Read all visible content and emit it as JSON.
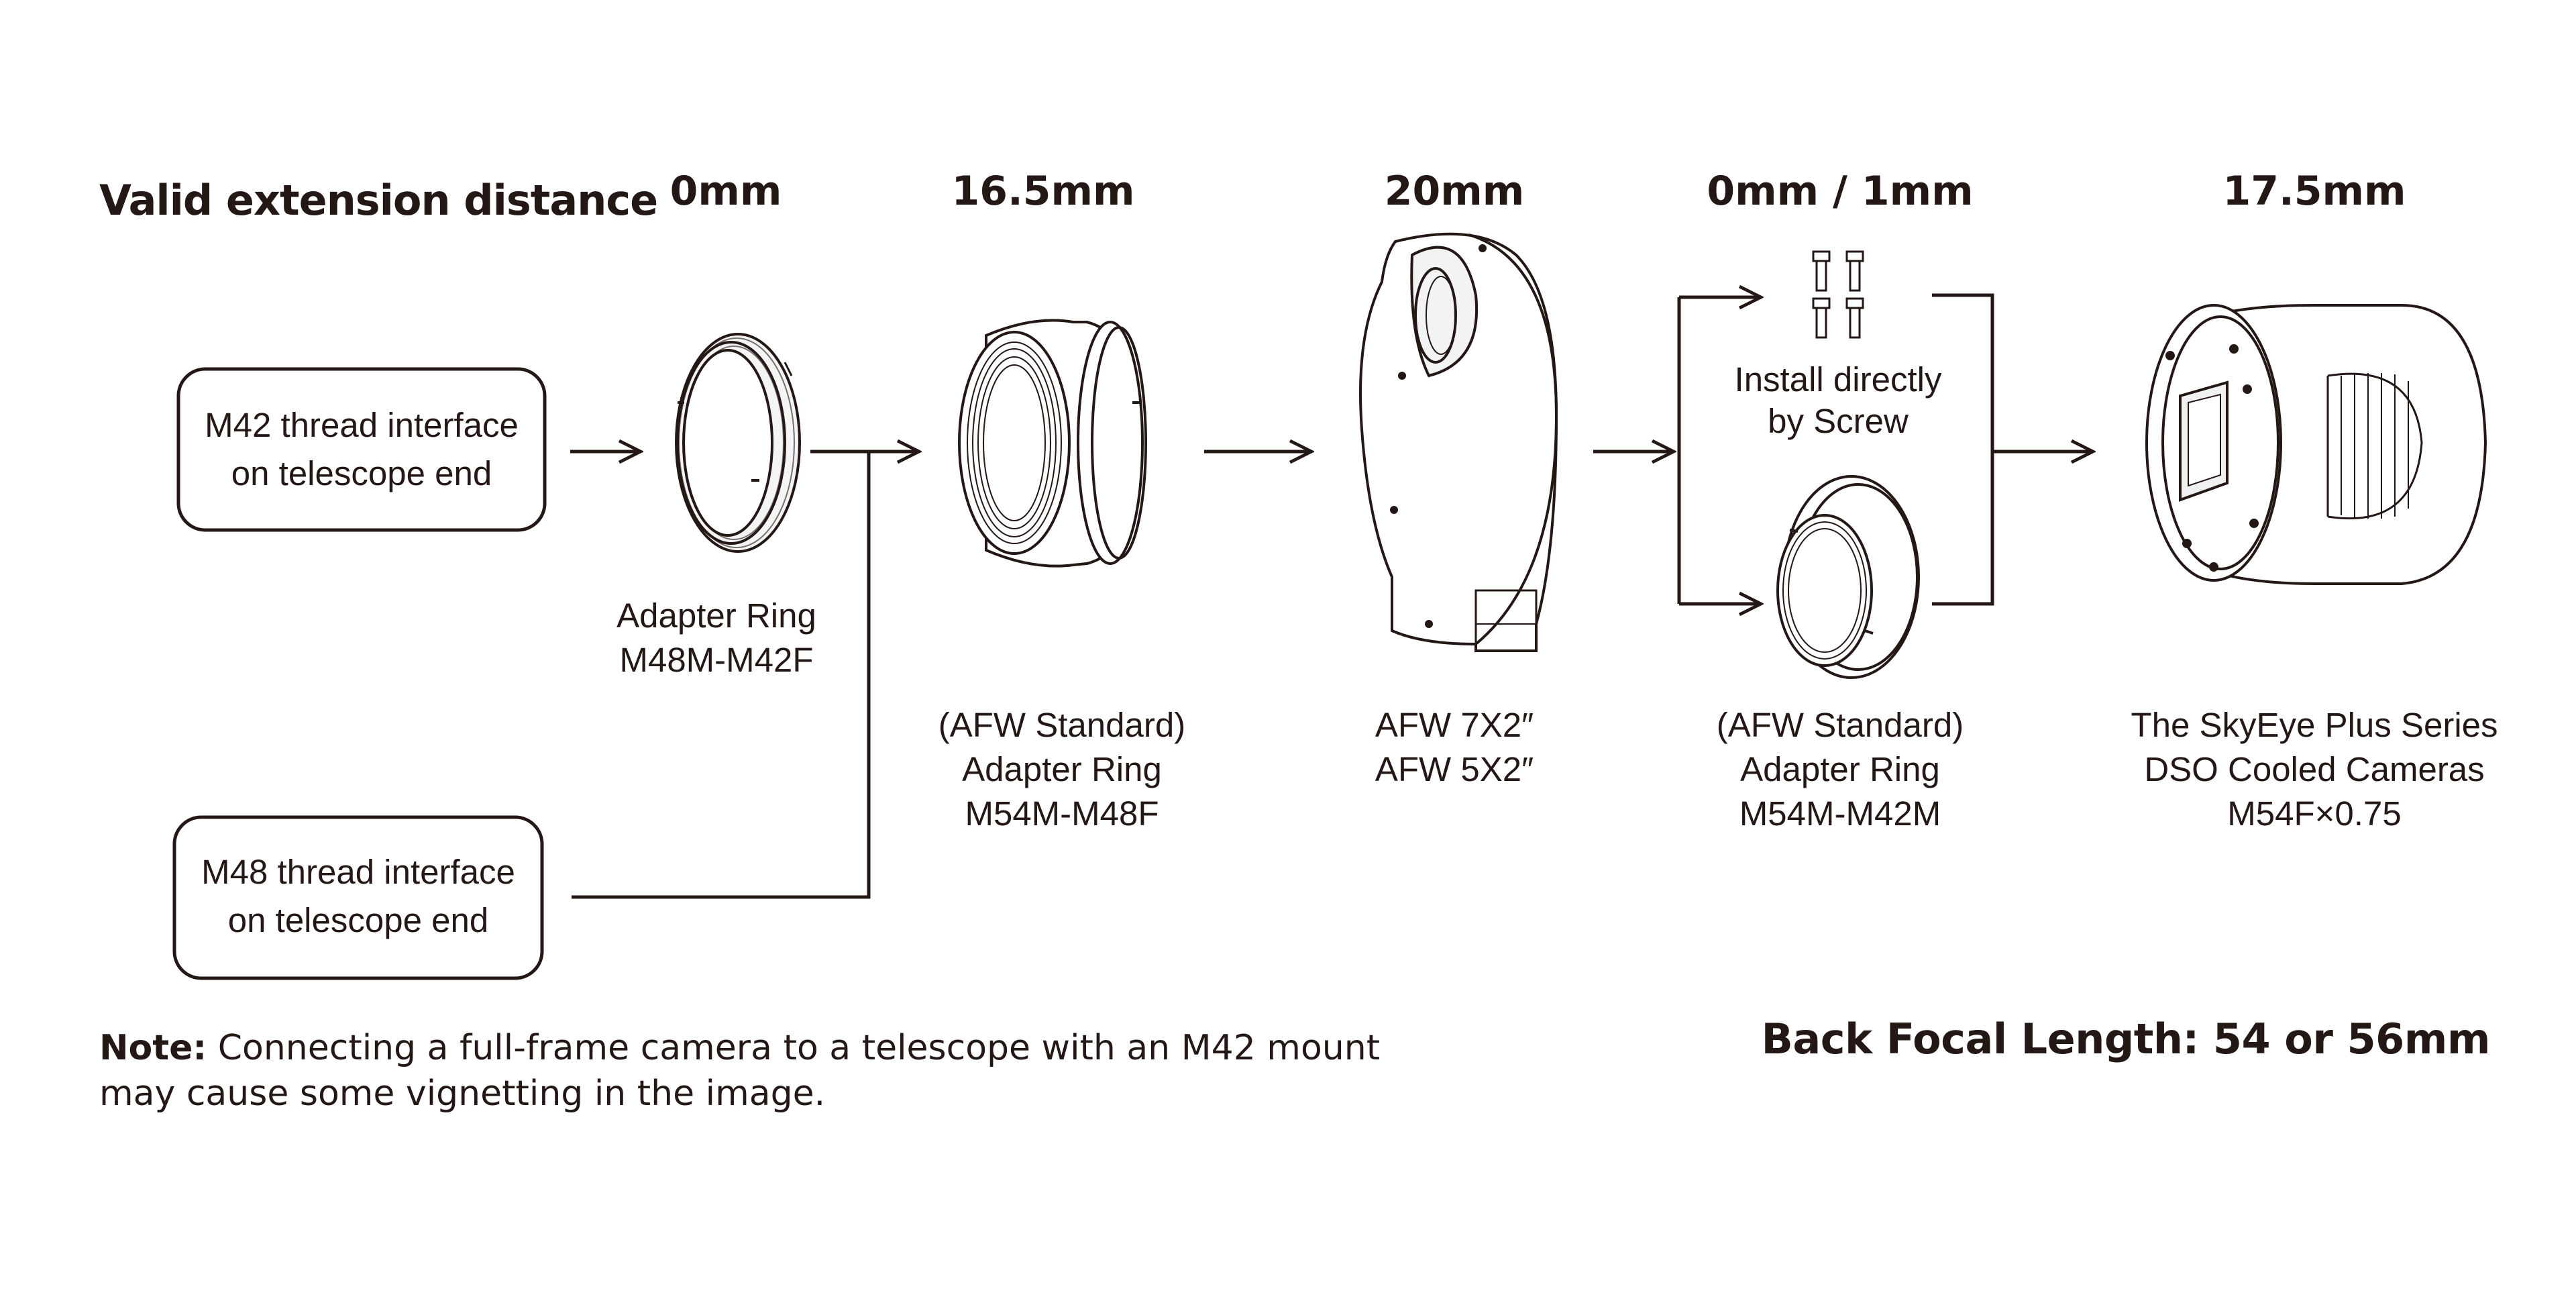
{
  "heading": "Valid extension distance",
  "distances": {
    "adapter_m48m_m42f": "0mm",
    "adapter_m54m_m48f": "16.5mm",
    "filter_wheel": "20mm",
    "adapter_m54m_m42m": "0mm / 1mm",
    "camera": "17.5mm"
  },
  "inputs": {
    "m42": {
      "line1": "M42 thread interface",
      "line2": "on telescope end"
    },
    "m48": {
      "line1": "M48 thread interface",
      "line2": "on telescope end"
    }
  },
  "components": {
    "adapter_m48m_m42f": {
      "line1": "Adapter Ring",
      "line2": "M48M-M42F"
    },
    "adapter_m54m_m48f": {
      "line1": "(AFW Standard)",
      "line2": "Adapter Ring",
      "line3": "M54M-M48F"
    },
    "filter_wheel": {
      "line1": "AFW 7X2″",
      "line2": "AFW 5X2″"
    },
    "screws": {
      "line1": "Install directly",
      "line2": "by Screw"
    },
    "adapter_m54m_m42m": {
      "line1": "(AFW Standard)",
      "line2": "Adapter Ring",
      "line3": "M54M-M42M"
    },
    "camera": {
      "line1": "The SkyEye Plus Series",
      "line2": "DSO Cooled Cameras",
      "line3": "M54F×0.75"
    }
  },
  "note": {
    "label": "Note:",
    "line1": " Connecting a full-frame camera to a telescope with an M42 mount",
    "line2": "may cause some vignetting in the image."
  },
  "back_focal_length": "Back Focal Length:  54 or 56mm",
  "colors": {
    "ink": "#231815",
    "background": "#ffffff"
  }
}
